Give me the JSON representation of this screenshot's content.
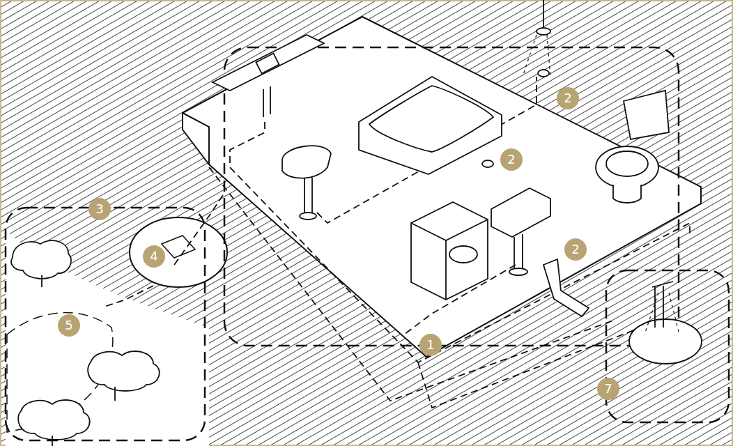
{
  "diagram": {
    "labels": [
      "2",
      "2",
      "3",
      "2",
      "4",
      "5",
      "1",
      "7"
    ]
  }
}
